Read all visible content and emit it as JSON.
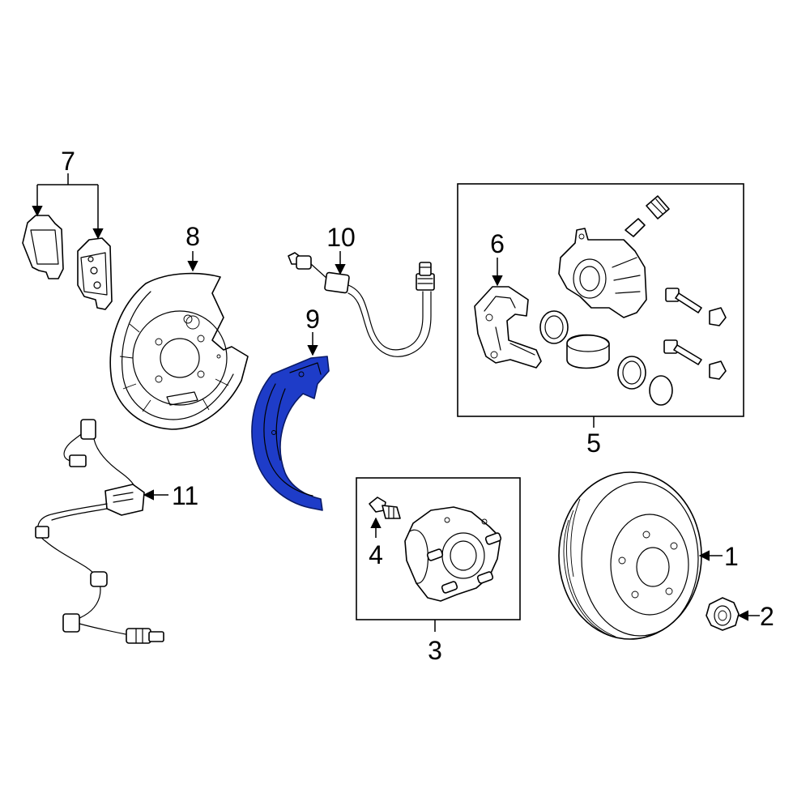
{
  "callouts": {
    "c1": "1",
    "c2": "2",
    "c3": "3",
    "c4": "4",
    "c5": "5",
    "c6": "6",
    "c7": "7",
    "c8": "8",
    "c9": "9",
    "c10": "10",
    "c11": "11"
  },
  "highlight": {
    "part": "9",
    "color": "#1e3cc8"
  }
}
